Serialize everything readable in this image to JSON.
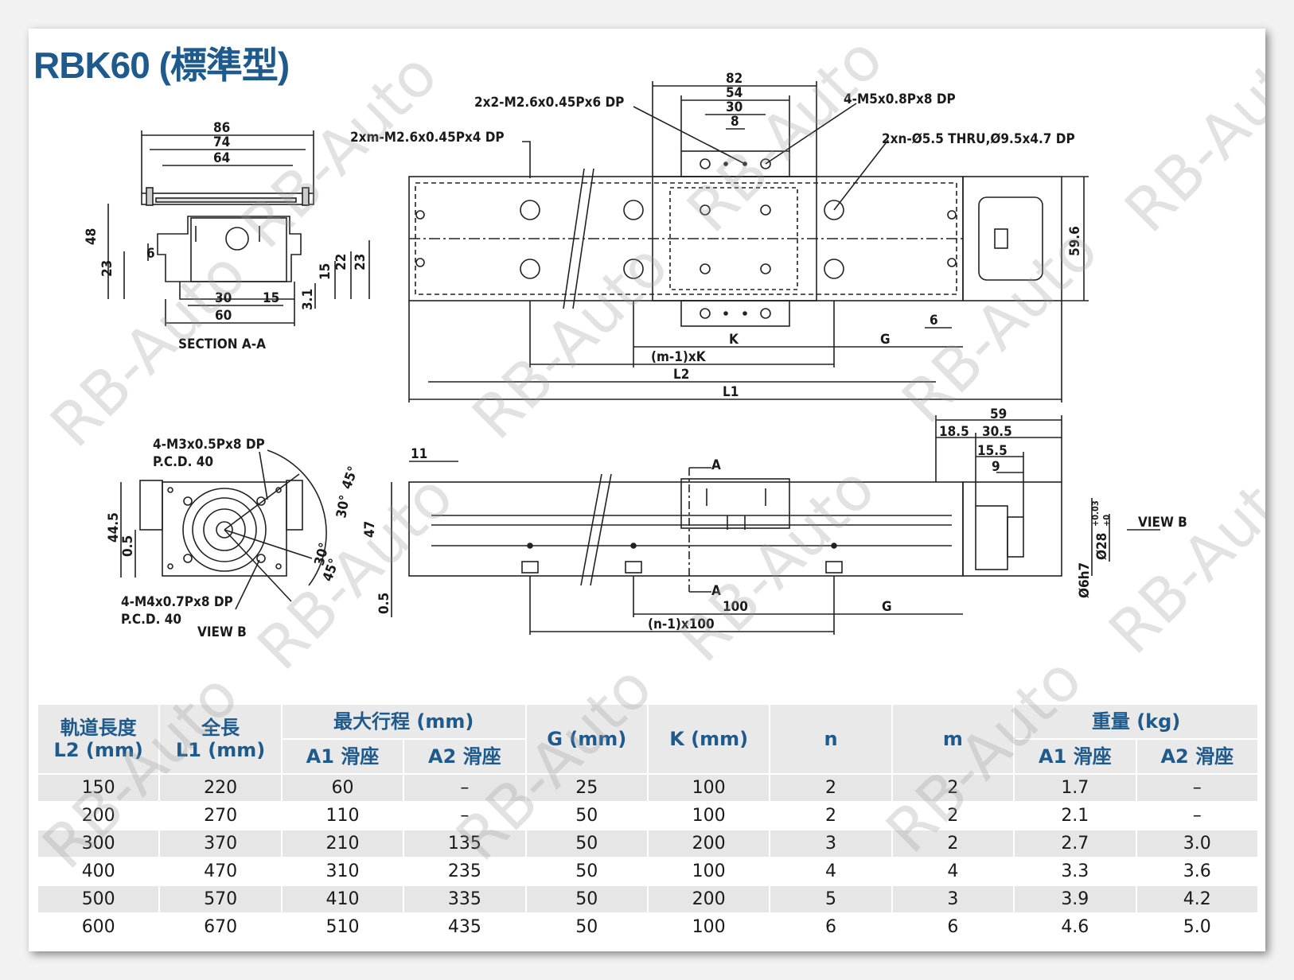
{
  "title": "RBK60 (標準型)",
  "section_view": {
    "dims": [
      "86",
      "74",
      "64",
      "48",
      "23",
      "6",
      "15",
      "22",
      "23",
      "30",
      "15",
      "60",
      "3.1"
    ],
    "caption": "SECTION A-A"
  },
  "top_view": {
    "notes": [
      "2x2-M2.6x0.45Px6 DP",
      "2xm-M2.6x0.45Px4 DP",
      "4-M5x0.8Px8 DP",
      "2xn-Ø5.5 THRU,Ø9.5x4.7 DP"
    ],
    "dims": [
      "82",
      "54",
      "30",
      "8",
      "59.6",
      "6",
      "K",
      "G",
      "(m-1)xK",
      "L2",
      "L1"
    ]
  },
  "end_view": {
    "notes": [
      "4-M3x0.5Px8 DP",
      "P.C.D. 40",
      "4-M4x0.7Px8 DP",
      "P.C.D. 40"
    ],
    "dims": [
      "44.5",
      "0.5",
      "45°",
      "30°",
      "30°",
      "45°"
    ],
    "caption": "VIEW B"
  },
  "side_view": {
    "dims": [
      "11",
      "47",
      "0.5",
      "100",
      "(n-1)x100",
      "G",
      "59",
      "18.5",
      "30.5",
      "15.5",
      "9",
      "Ø6h7",
      "Ø28",
      "+0.03",
      "+0"
    ],
    "labels": [
      "A",
      "A",
      "VIEW B"
    ]
  },
  "table": {
    "headers": {
      "rail_len": "軌道長度\nL2 (mm)",
      "total_len": "全長\nL1 (mm)",
      "max_stroke": "最大行程 (mm)",
      "a1": "A1 滑座",
      "a2": "A2 滑座",
      "g": "G (mm)",
      "k": "K (mm)",
      "n": "n",
      "m": "m",
      "weight": "重量 (kg)",
      "w_a1": "A1 滑座",
      "w_a2": "A2 滑座"
    },
    "rows": [
      [
        "150",
        "220",
        "60",
        "–",
        "25",
        "100",
        "2",
        "2",
        "1.7",
        "–"
      ],
      [
        "200",
        "270",
        "110",
        "–",
        "50",
        "100",
        "2",
        "2",
        "2.1",
        "–"
      ],
      [
        "300",
        "370",
        "210",
        "135",
        "50",
        "200",
        "3",
        "2",
        "2.7",
        "3.0"
      ],
      [
        "400",
        "470",
        "310",
        "235",
        "50",
        "100",
        "4",
        "4",
        "3.3",
        "3.6"
      ],
      [
        "500",
        "570",
        "410",
        "335",
        "50",
        "200",
        "5",
        "3",
        "3.9",
        "4.2"
      ],
      [
        "600",
        "670",
        "510",
        "435",
        "50",
        "100",
        "6",
        "6",
        "4.6",
        "5.0"
      ]
    ]
  },
  "watermark": "RB-Auto"
}
